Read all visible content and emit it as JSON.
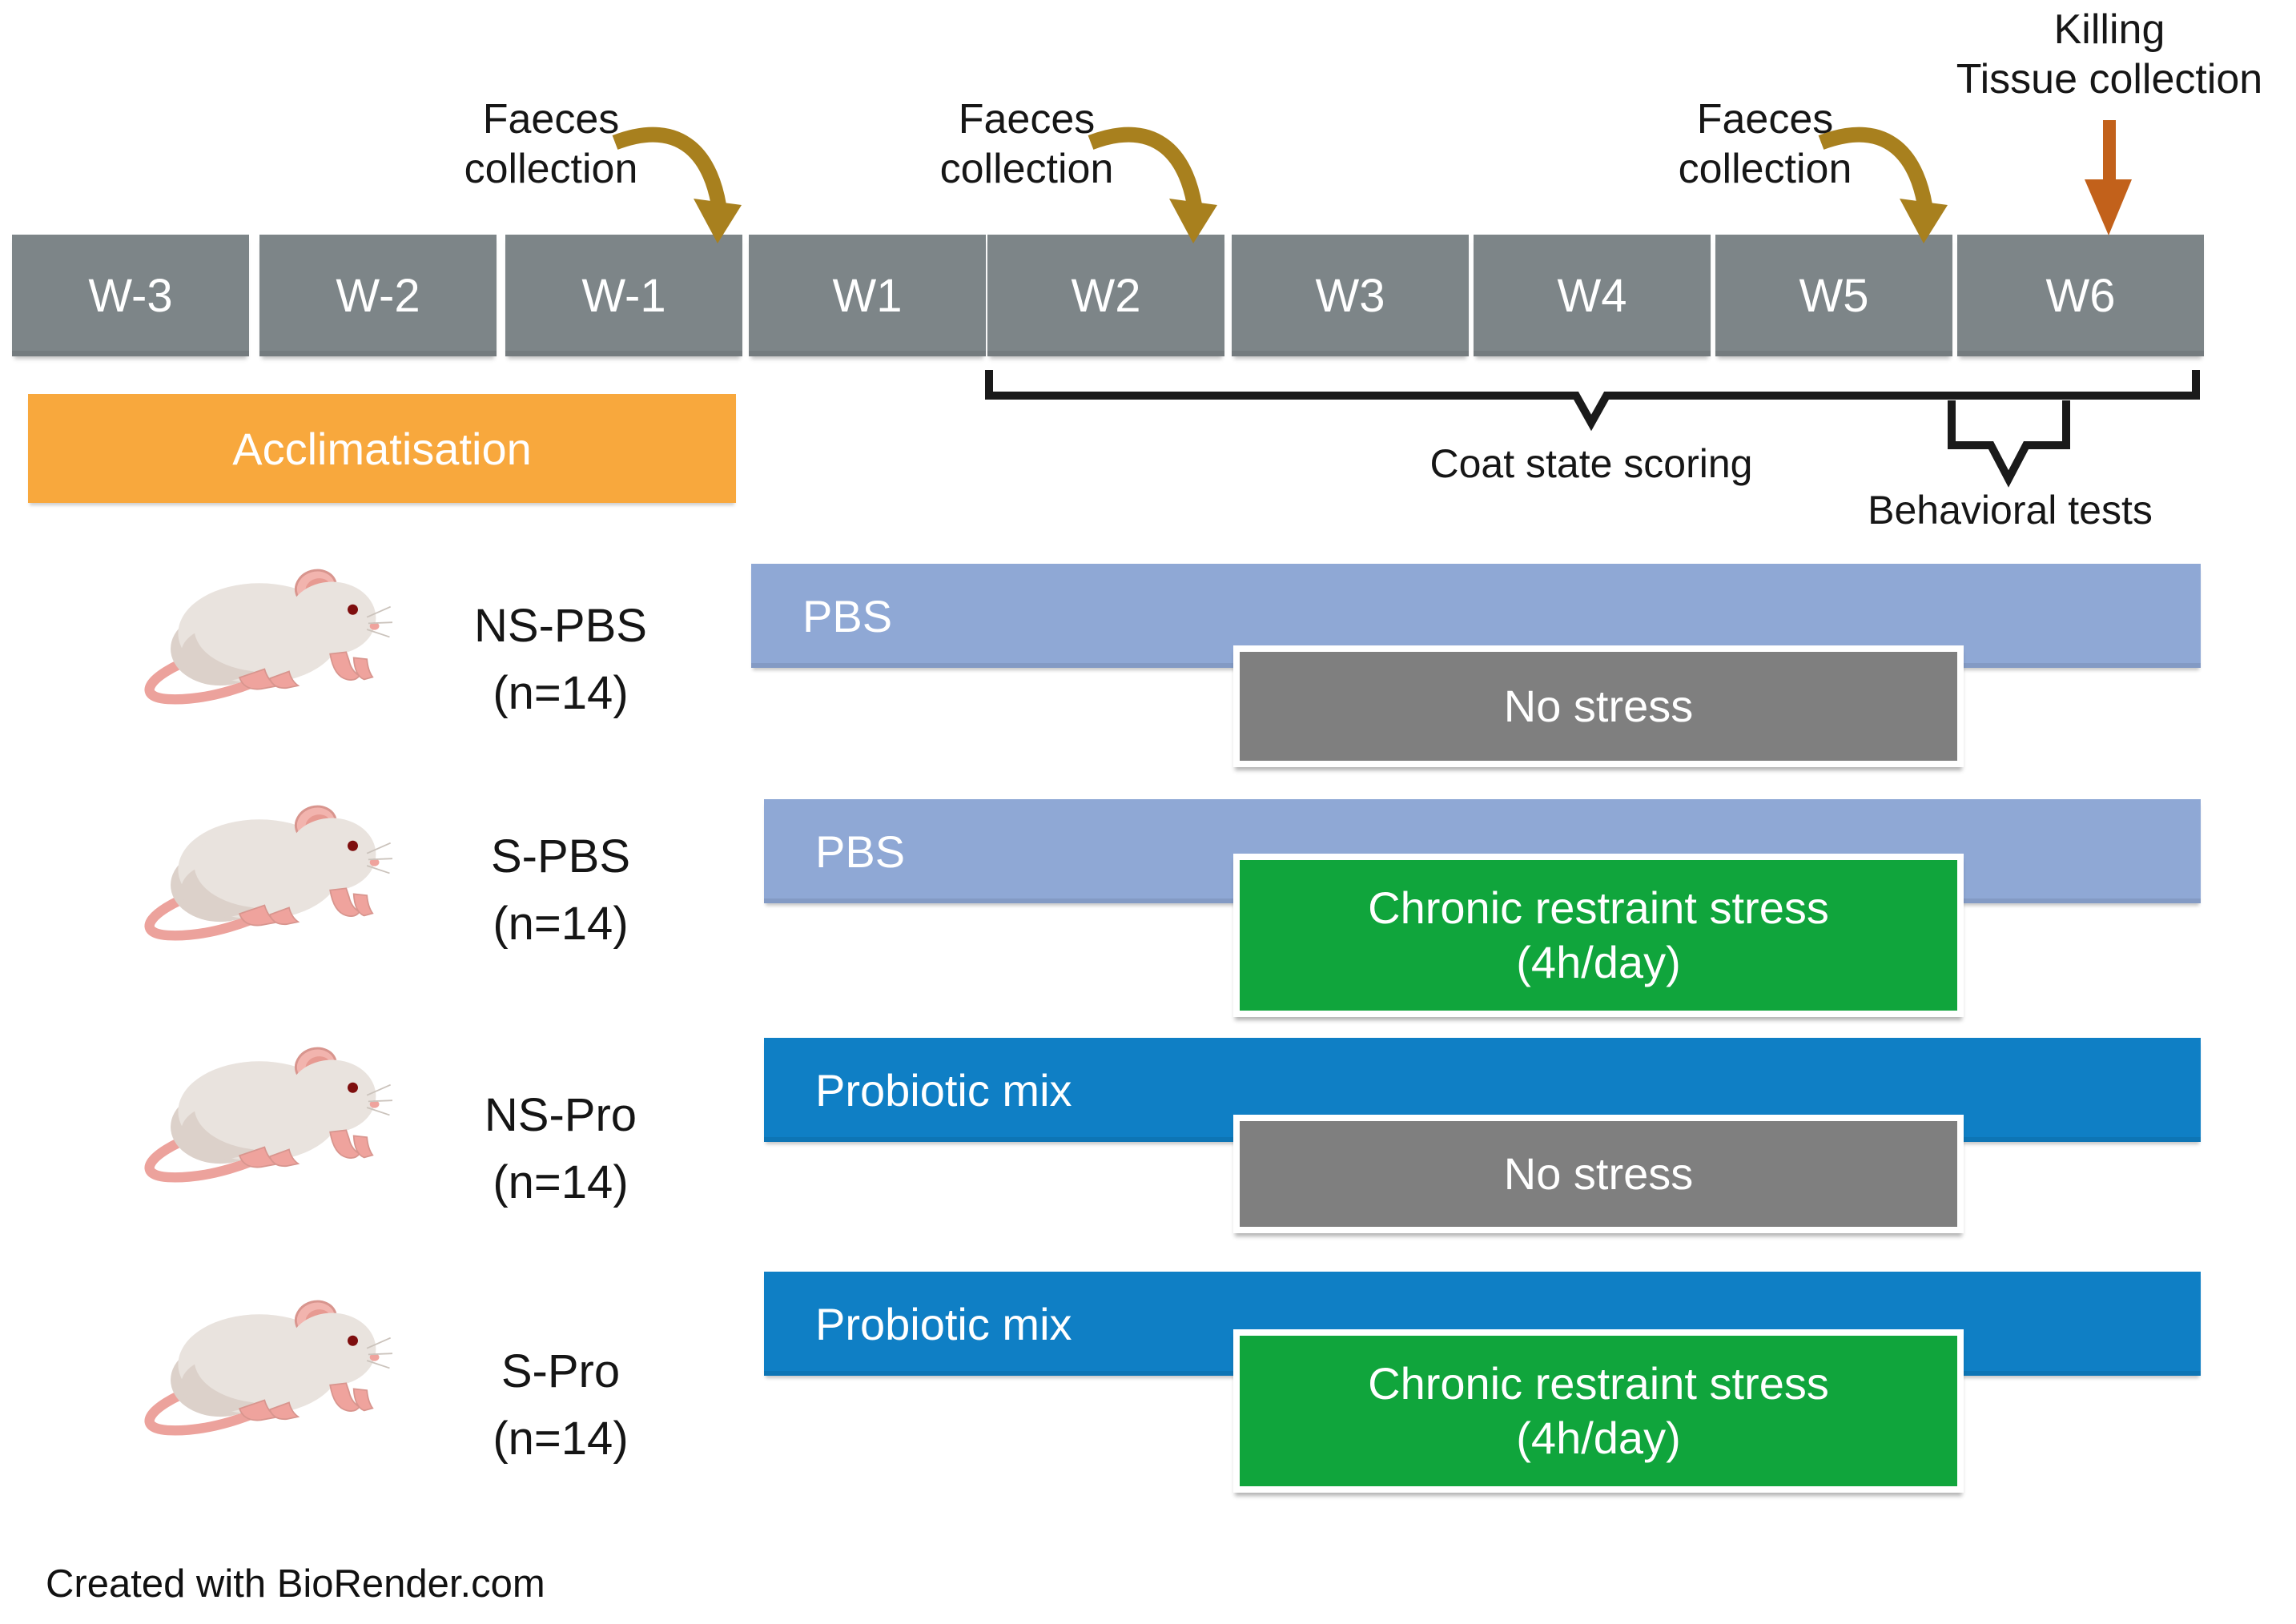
{
  "figure": {
    "credit": "Created with BioRender.com",
    "background": "#ffffff"
  },
  "timeline": {
    "weeks": [
      "W-3",
      "W-2",
      "W-1",
      "W1",
      "W2",
      "W3",
      "W4",
      "W5",
      "W6"
    ],
    "box_color": "#7d8588",
    "label_color": "#ffffff"
  },
  "events": {
    "faeces": [
      {
        "line1": "Faeces",
        "line2": "collection"
      },
      {
        "line1": "Faeces",
        "line2": "collection"
      },
      {
        "line1": "Faeces",
        "line2": "collection"
      }
    ],
    "killing": {
      "line1": "Killing",
      "line2": "Tissue collection"
    },
    "acclimatisation": {
      "label": "Acclimatisation",
      "color": "#f8a83d"
    },
    "coat_state": {
      "label": "Coat state scoring"
    },
    "behavioral": {
      "label": "Behavioral tests"
    },
    "curved_arrow_color": "#a8801e",
    "straight_arrow_color": "#c2611b",
    "bracket_color": "#1a1a1a"
  },
  "groups": [
    {
      "name": "NS-PBS",
      "n_label": "(n=14)",
      "treatment": {
        "label": "PBS",
        "color": "#8fa8d5"
      },
      "stress": {
        "lines": [
          "No stress"
        ],
        "color": "#7f7f7f"
      }
    },
    {
      "name": "S-PBS",
      "n_label": "(n=14)",
      "treatment": {
        "label": "PBS",
        "color": "#8fa8d5"
      },
      "stress": {
        "lines": [
          "Chronic restraint stress",
          "(4h/day)"
        ],
        "color": "#10a53c"
      }
    },
    {
      "name": "NS-Pro",
      "n_label": "(n=14)",
      "treatment": {
        "label": "Probiotic mix",
        "color": "#0f7fc5"
      },
      "stress": {
        "lines": [
          "No stress"
        ],
        "color": "#7f7f7f"
      }
    },
    {
      "name": "S-Pro",
      "n_label": "(n=14)",
      "treatment": {
        "label": "Probiotic mix",
        "color": "#0f7fc5"
      },
      "stress": {
        "lines": [
          "Chronic restraint stress",
          "(4h/day)"
        ],
        "color": "#10a53c"
      }
    }
  ],
  "mouse": {
    "body_color": "#e9e3de",
    "shade_color": "#dcd1ca",
    "pink": "#efa39d",
    "ear_color": "#f2b4ae",
    "ear_inner": "#e79a92",
    "eye_color": "#7e0e0e",
    "tail_color": "#eca29c",
    "outline": "#d8958e"
  }
}
